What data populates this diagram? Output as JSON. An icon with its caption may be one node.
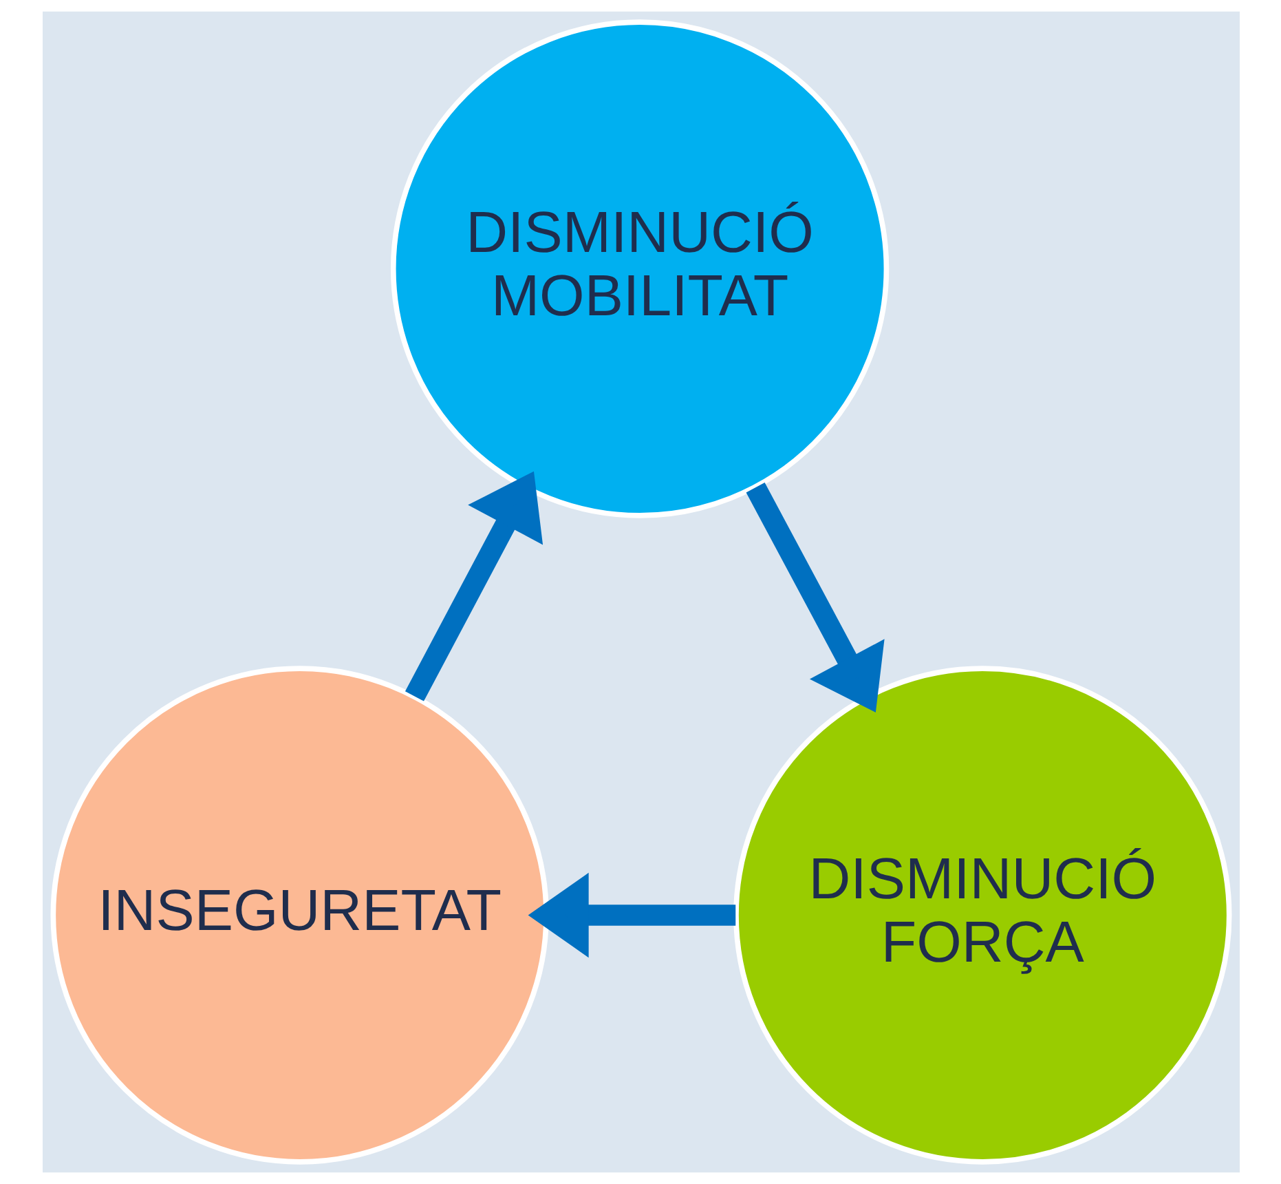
{
  "diagram": {
    "nodes": [
      {
        "text": [
          "DISMINUCIÓ MOBILITAT"
        ]
      },
      {
        "text": [
          "DISMINUCIÓ FORÇA"
        ]
      },
      {
        "text": [
          "INSEGURETAT"
        ]
      }
    ],
    "edges": [
      {
        "from": 0,
        "to": 1,
        "arrow": "to"
      },
      {
        "from": 1,
        "to": 2,
        "arrow": "to"
      },
      {
        "from": 2,
        "to": 0,
        "arrow": "to"
      }
    ]
  }
}
